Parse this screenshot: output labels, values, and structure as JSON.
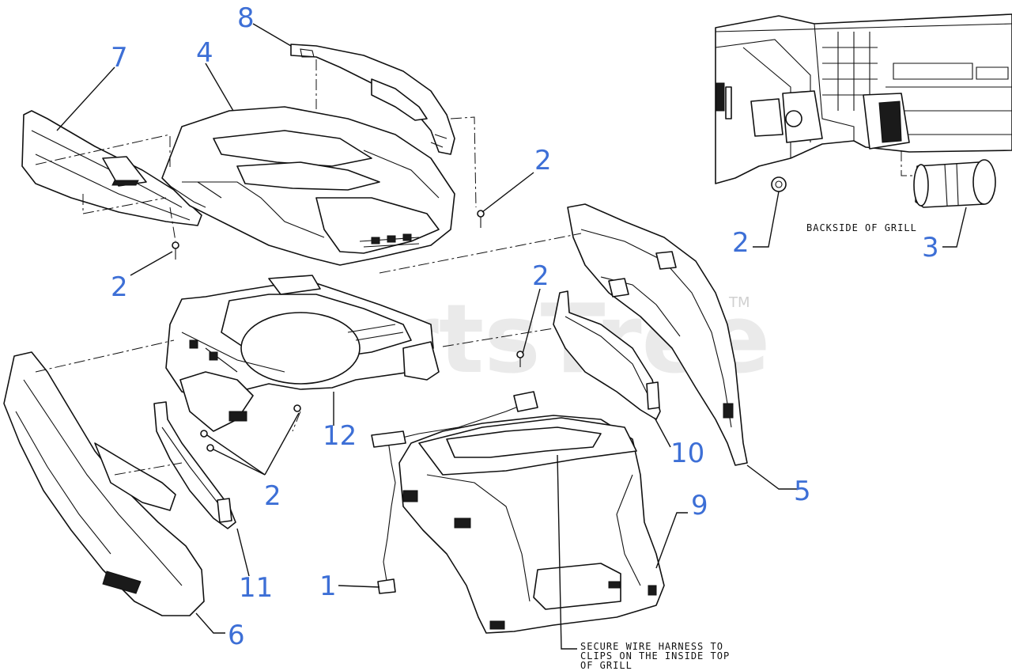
{
  "callouts": {
    "c1": "1",
    "c2a": "2",
    "c2b": "2",
    "c2c": "2",
    "c2d": "2",
    "c2e": "2",
    "c3": "3",
    "c4": "4",
    "c5": "5",
    "c6": "6",
    "c7": "7",
    "c8": "8",
    "c9": "9",
    "c10": "10",
    "c11": "11",
    "c12": "12"
  },
  "notes": {
    "inset_label": "BACKSIDE OF GRILL",
    "harness_line1": "SECURE WIRE HARNESS TO",
    "harness_line2": "CLIPS ON THE INSIDE TOP",
    "harness_line3": "OF GRILL"
  },
  "watermark": {
    "text": "PartsTree",
    "tm": "TM"
  },
  "colors": {
    "callout": "#3d6fd6",
    "line": "#111111",
    "watermark": "#d9d9d9"
  }
}
